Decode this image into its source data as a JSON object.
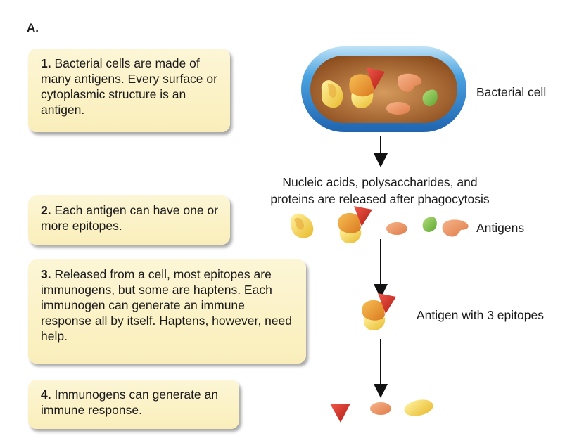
{
  "panel": {
    "label": "A."
  },
  "steps": [
    {
      "num": "1.",
      "text": "Bacterial cells are made of many antigens. Every surface or cytoplasmic structure is an antigen."
    },
    {
      "num": "2.",
      "text": "Each antigen can have one or more epitopes."
    },
    {
      "num": "3.",
      "text": "Released from a cell, most epitopes are immunogens, but some are haptens. Each immunogen can generate an immune response all by itself. Haptens, however, need help."
    },
    {
      "num": "4.",
      "text": "Immunogens can generate an immune response."
    }
  ],
  "labels": {
    "bacterial_cell": "Bacterial cell",
    "released_line1": "Nucleic acids, polysaccharides, and",
    "released_line2": "proteins are released after phagocytosis",
    "antigens": "Antigens",
    "antigen_epitopes": "Antigen with 3 epitopes"
  },
  "colors": {
    "box_fill": "#fbf1c4",
    "capsule_blue": "#3b8fd6",
    "cytoplasm_brown": "#a8642e",
    "epitope_red": "#d62c1f",
    "epitope_orange": "#f0a030",
    "epitope_yellow": "#f7e060",
    "salmon": "#ef9a6a",
    "green": "#7cbf45"
  }
}
